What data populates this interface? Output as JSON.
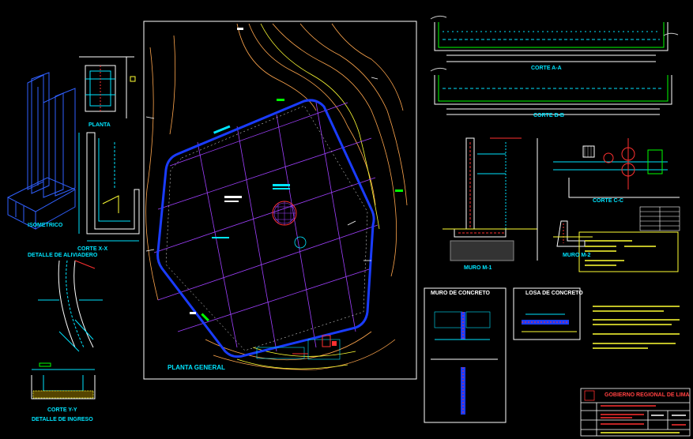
{
  "labels": {
    "isometrico": "ISOMETRICO",
    "corte_xx": "CORTE X-X",
    "detalle_aliviadero": "DETALLE DE ALIVIADERO",
    "planta": "PLANTA",
    "corte_yy": "CORTE Y-Y",
    "detalle_ingreso": "DETALLE DE INGRESO",
    "planta_general": "PLANTA GENERAL",
    "corte_aa": "CORTE A-A",
    "corte_bb": "CORTE B-B",
    "muro_m1": "MURO M-1",
    "muro_m2": "MURO M-2",
    "corte_cc": "CORTE C-C",
    "muro_concreto": "MURO DE CONCRETO",
    "losa_concreto": "LOSA DE CONCRETO",
    "gobierno_regional": "GOBIERNO REGIONAL DE LIMA"
  }
}
